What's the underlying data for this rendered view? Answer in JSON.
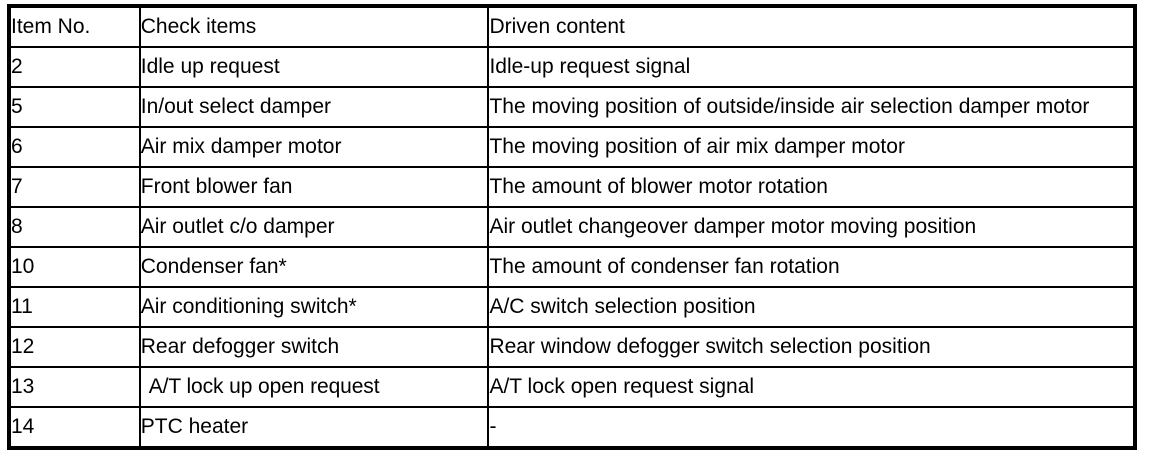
{
  "table": {
    "name": "driven-check-items-table",
    "columns": [
      {
        "key": "item_no",
        "label": "Item No."
      },
      {
        "key": "check_item",
        "label": "Check items"
      },
      {
        "key": "driven_content",
        "label": "Driven content"
      }
    ],
    "rows": [
      {
        "item_no": "2",
        "check_item": "Idle up request",
        "driven_content": "Idle-up request signal"
      },
      {
        "item_no": "5",
        "check_item": "In/out select damper",
        "driven_content": "The moving position of outside/inside air selection damper motor"
      },
      {
        "item_no": "6",
        "check_item": "Air mix damper motor",
        "driven_content": "The moving position of air mix damper motor"
      },
      {
        "item_no": "7",
        "check_item": "Front blower fan",
        "driven_content": "The amount of blower motor rotation"
      },
      {
        "item_no": "8",
        "check_item": "Air outlet c/o damper",
        "driven_content": "Air outlet changeover damper motor moving position"
      },
      {
        "item_no": "10",
        "check_item": "Condenser fan*",
        "driven_content": "The amount of condenser fan rotation"
      },
      {
        "item_no": "11",
        "check_item": "Air conditioning switch*",
        "driven_content": "A/C switch selection position"
      },
      {
        "item_no": "12",
        "check_item": "Rear defogger switch",
        "driven_content": "Rear window defogger switch selection position"
      },
      {
        "item_no": "13",
        "check_item": "A/T lock up open request",
        "driven_content": "A/T lock open request signal"
      },
      {
        "item_no": "14",
        "check_item": "PTC heater",
        "driven_content": "-"
      }
    ]
  },
  "style": {
    "text_color": "#000000",
    "background_color": "#ffffff",
    "border_color": "#000000"
  }
}
